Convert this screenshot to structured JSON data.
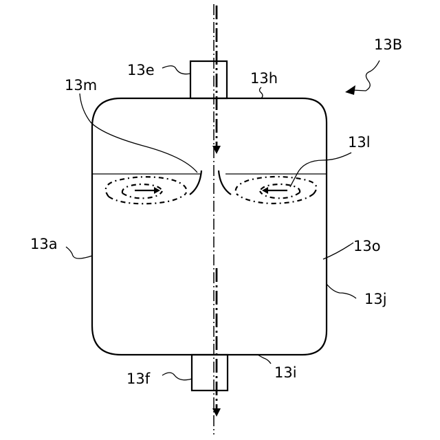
{
  "figure": {
    "labels": {
      "assembly": "13B",
      "inlet_port": "13e",
      "top_wall": "13h",
      "guide_plate": "13m",
      "vortex": "13l",
      "side_wall_left": "13a",
      "interior": "13o",
      "side_wall_right": "13j",
      "outlet_port": "13f",
      "bottom_wall": "13i"
    }
  }
}
